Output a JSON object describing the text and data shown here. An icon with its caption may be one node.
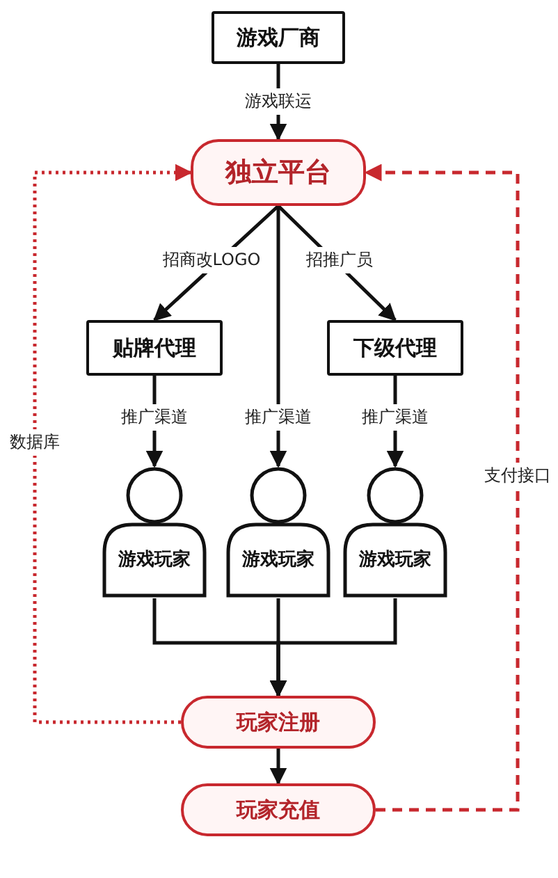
{
  "diagram": {
    "nodes": [
      {
        "text": [
          "游戏厂商"
        ]
      },
      {
        "text": [
          "独立平台"
        ]
      },
      {
        "text": [
          "贴牌代理"
        ]
      },
      {
        "text": [
          "下级代理"
        ]
      },
      {
        "text": [
          "游戏玩家"
        ]
      },
      {
        "text": [
          "游戏玩家"
        ]
      },
      {
        "text": [
          "游戏玩家"
        ]
      },
      {
        "text": [
          "玩家注册"
        ]
      },
      {
        "text": [
          "玩家充值"
        ]
      }
    ],
    "edges": [
      {
        "from": 0,
        "to": 1,
        "arrow": "to",
        "label": "游戏联运"
      },
      {
        "from": 1,
        "to": 2,
        "arrow": "to",
        "label": "招商改LOGO"
      },
      {
        "from": 1,
        "to": 5,
        "arrow": "to",
        "label": "推广渠道"
      },
      {
        "from": 1,
        "to": 3,
        "arrow": "to",
        "label": "招推广员"
      },
      {
        "from": 2,
        "to": 4,
        "arrow": "to",
        "label": "推广渠道"
      },
      {
        "from": 3,
        "to": 6,
        "arrow": "to",
        "label": "推广渠道"
      },
      {
        "from": 4,
        "to": 7,
        "arrow": "to"
      },
      {
        "from": 5,
        "to": 7,
        "arrow": "to"
      },
      {
        "from": 6,
        "to": 7,
        "arrow": "to"
      },
      {
        "from": 7,
        "to": 1,
        "arrow": "to",
        "label": "数据库",
        "style": "dashed",
        "color": "#c8282e"
      },
      {
        "from": 7,
        "to": 8,
        "arrow": "to"
      },
      {
        "from": 8,
        "to": 1,
        "arrow": "to",
        "label": "支付接口",
        "style": "dashed",
        "color": "#c8282e"
      }
    ]
  }
}
